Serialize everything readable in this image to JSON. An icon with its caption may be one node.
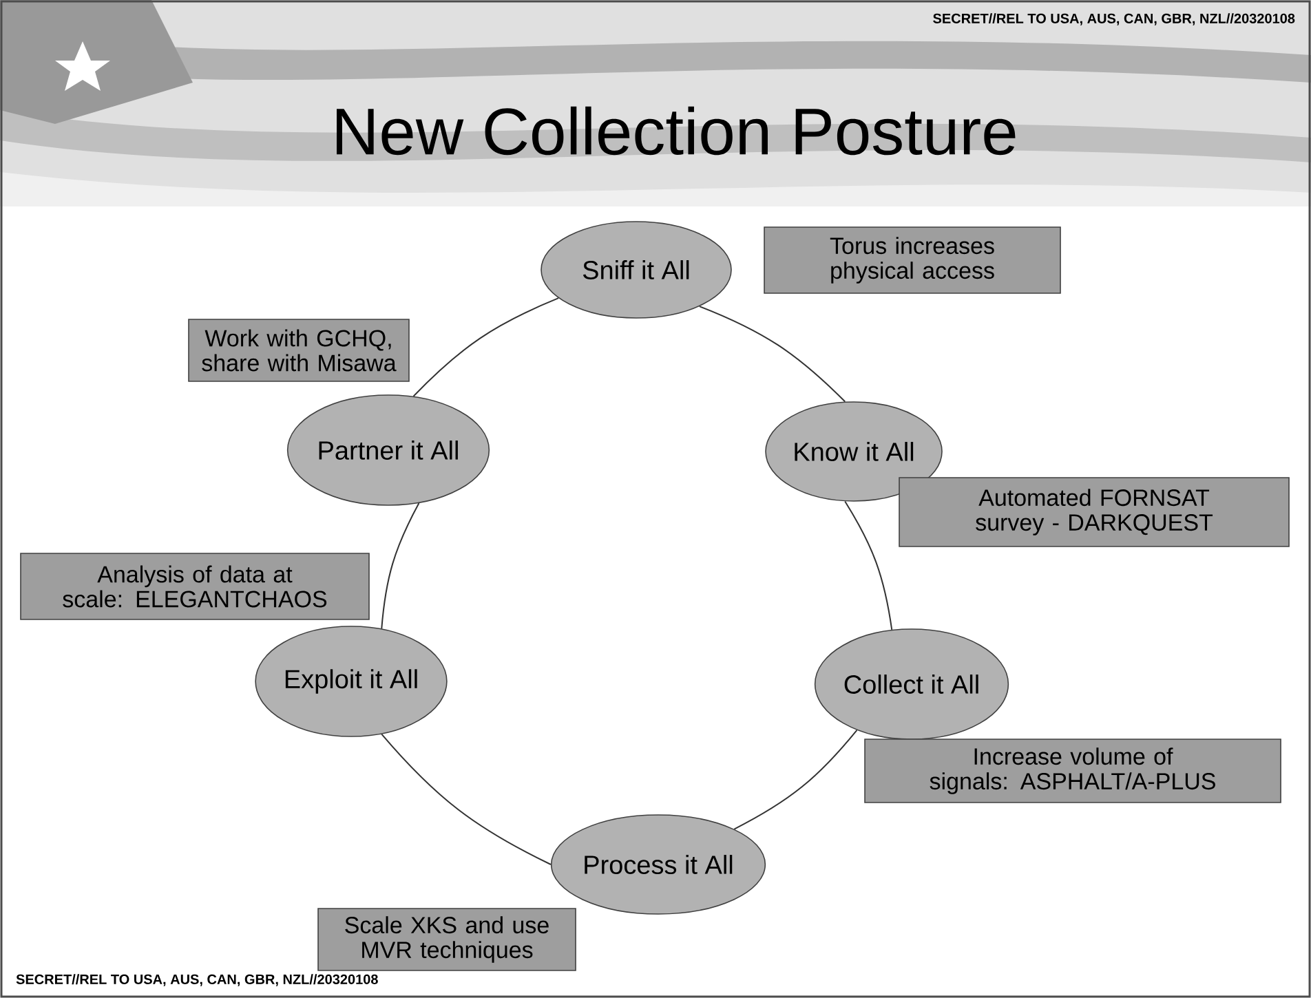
{
  "diagram": {
    "title": "New Collection Posture",
    "nodes": [
      {
        "text": [
          "Sniff it All"
        ]
      },
      {
        "text": [
          "Torus increases physical access"
        ]
      },
      {
        "text": [
          "Work with GCHQ, share with Misawa"
        ]
      },
      {
        "text": [
          "Partner it All"
        ]
      },
      {
        "text": [
          "Know it All"
        ]
      },
      {
        "text": [
          "Automated FORNSAT survey - DARKQUEST"
        ]
      },
      {
        "text": [
          "Analysis of data at scale: ELEGANTCHAOS"
        ]
      },
      {
        "text": [
          "Exploit it All"
        ]
      },
      {
        "text": [
          "Collect it All"
        ]
      },
      {
        "text": [
          "Increase volume of signals: ASPHALT/A-PLUS"
        ]
      },
      {
        "text": [
          "Process it All"
        ]
      },
      {
        "text": [
          "Scale XKS and use MVR techniques"
        ]
      }
    ],
    "edges": [
      {
        "from": 0,
        "to": 4,
        "arrow": "none"
      },
      {
        "from": 4,
        "to": 8,
        "arrow": "none"
      },
      {
        "from": 8,
        "to": 10,
        "arrow": "none"
      },
      {
        "from": 10,
        "to": 7,
        "arrow": "none"
      },
      {
        "from": 7,
        "to": 3,
        "arrow": "none"
      },
      {
        "from": 3,
        "to": 0,
        "arrow": "none"
      }
    ],
    "labels": [
      "SECRET//REL TO USA, AUS, CAN, GBR, NZL//20320108",
      "SECRET//REL TO USA, AUS, CAN, GBR, NZL//20320108"
    ]
  }
}
